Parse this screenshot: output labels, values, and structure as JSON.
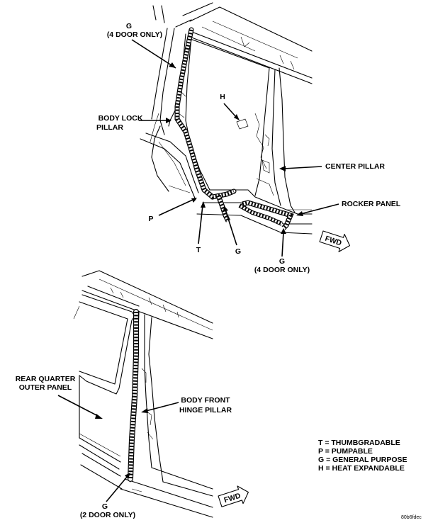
{
  "top_view": {
    "labels": {
      "g_4door_top_line1": "G",
      "g_4door_top_line2": "(4 DOOR ONLY)",
      "body_lock_pillar_line1": "BODY LOCK",
      "body_lock_pillar_line2": "PILLAR",
      "h": "H",
      "center_pillar": "CENTER PILLAR",
      "rocker_panel": "ROCKER PANEL",
      "p": "P",
      "t": "T",
      "g": "G",
      "g_4door_bottom_line1": "G",
      "g_4door_bottom_line2": "(4 DOOR ONLY)",
      "fwd": "FWD"
    }
  },
  "bottom_view": {
    "labels": {
      "rear_quarter_line1": "REAR QUARTER",
      "rear_quarter_line2": "OUTER PANEL",
      "body_front_hinge_line1": "BODY FRONT",
      "body_front_hinge_line2": "HINGE PILLAR",
      "g_2door_line1": "G",
      "g_2door_line2": "(2 DOOR ONLY)",
      "fwd": "FWD"
    }
  },
  "legend": [
    "T = THUMBGRADABLE",
    "P = PUMPABLE",
    "G = GENERAL PURPOSE",
    "H = HEAT EXPANDABLE"
  ],
  "figure_ref": "80b6fdec"
}
